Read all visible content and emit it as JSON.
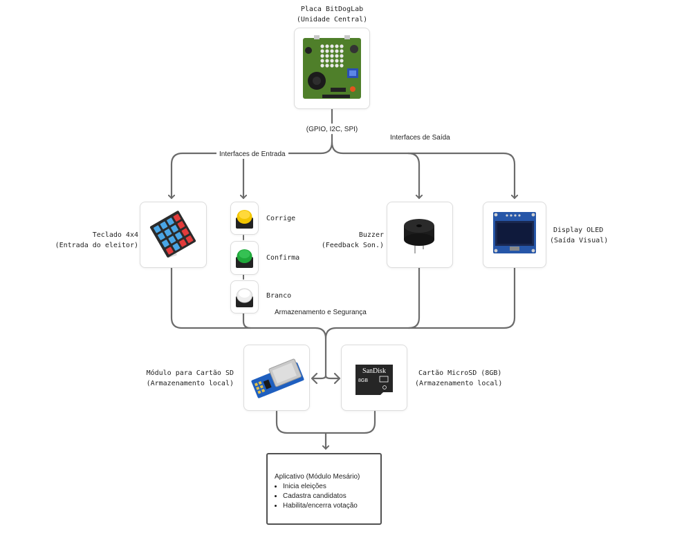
{
  "central": {
    "title": "Placa BitDogLab",
    "subtitle": "(Unidade Central)",
    "bus_label": "(GPIO, I2C, SPI)"
  },
  "labels": {
    "input_interfaces": "Interfaces de Entrada",
    "output_interfaces": "Interfaces de Saída",
    "storage_security": "Armazenamento e Segurança"
  },
  "keypad": {
    "title": "Teclado 4x4",
    "subtitle": "(Entrada do eleitor)"
  },
  "buttons": [
    {
      "label": "Corrige",
      "color": "#f2c500"
    },
    {
      "label": "Confirma",
      "color": "#1fa83a"
    },
    {
      "label": "Branco",
      "color": "#f4f4f4"
    }
  ],
  "buzzer": {
    "title": "Buzzer",
    "subtitle": "(Feedback Son.)"
  },
  "display": {
    "title": "Display OLED",
    "subtitle": "(Saída Visual)"
  },
  "sd_module": {
    "title": "Módulo para Cartão SD",
    "subtitle": "(Armazenamento local)"
  },
  "microsd": {
    "title": "Cartão MicroSD (8GB)",
    "subtitle": "(Armazenamento local)",
    "brand": "SanDisk",
    "capacity": "8GB"
  },
  "app": {
    "title": "Aplicativo (Módulo Mesário)",
    "items": [
      "Inicia eleições",
      "Cadastra candidatos",
      "Habilita/encerra votação"
    ]
  },
  "colors": {
    "connector": "#6b6b6b",
    "card_border": "#dcdcdc",
    "app_border": "#505050"
  }
}
